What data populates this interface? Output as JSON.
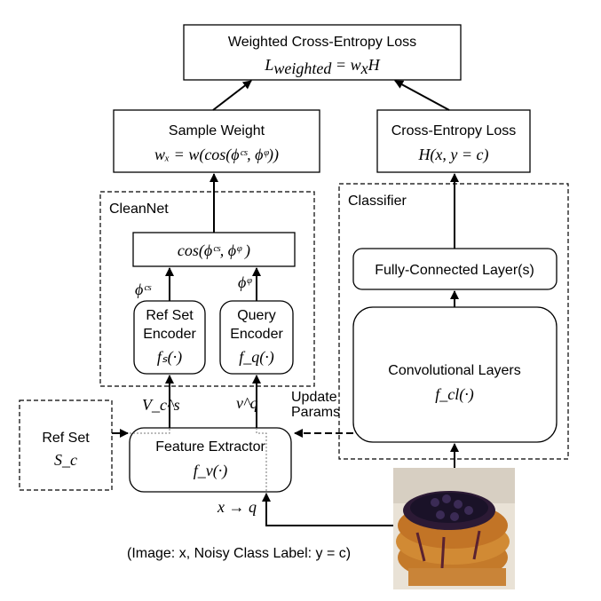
{
  "loss": {
    "title": "Weighted Cross-Entropy Loss",
    "formula_main": "L",
    "formula_sub": "weighted",
    "formula_rest": " = w",
    "formula_sub2": "x",
    "formula_end": "H"
  },
  "sample_weight": {
    "title": "Sample Weight",
    "formula": "wₓ = w(cos(ϕᶜˢ, ϕᵠ))"
  },
  "ce_loss": {
    "title": "Cross-Entropy Loss",
    "formula": "H(x, y = c)"
  },
  "cleannet": {
    "label": "CleanNet",
    "cos_box": "cos(ϕᶜˢ, ϕᵠ )",
    "phi_s": "ϕᶜˢ",
    "phi_q": "ϕᵠ",
    "ref_encoder": {
      "line1": "Ref Set",
      "line2": "Encoder",
      "func": "fₛ(·)"
    },
    "query_encoder": {
      "line1": "Query",
      "line2": "Encoder",
      "func": "f_q(·)"
    }
  },
  "classifier": {
    "label": "Classifier",
    "fc": "Fully-Connected Layer(s)",
    "conv": "Convolutional Layers",
    "conv_func": "f_cl(·)"
  },
  "ref_set": {
    "label": "Ref Set",
    "symbol": "S_c"
  },
  "feature_extractor": {
    "label": "Feature Extractor",
    "func": "f_v(·)"
  },
  "vectors": {
    "v_s": "V_c^s",
    "v_q": "v^q"
  },
  "update": {
    "line1": "Update",
    "line2": "Params"
  },
  "x_to_q": "x → q",
  "caption": "(Image: x, Noisy Class Label: y = c)"
}
